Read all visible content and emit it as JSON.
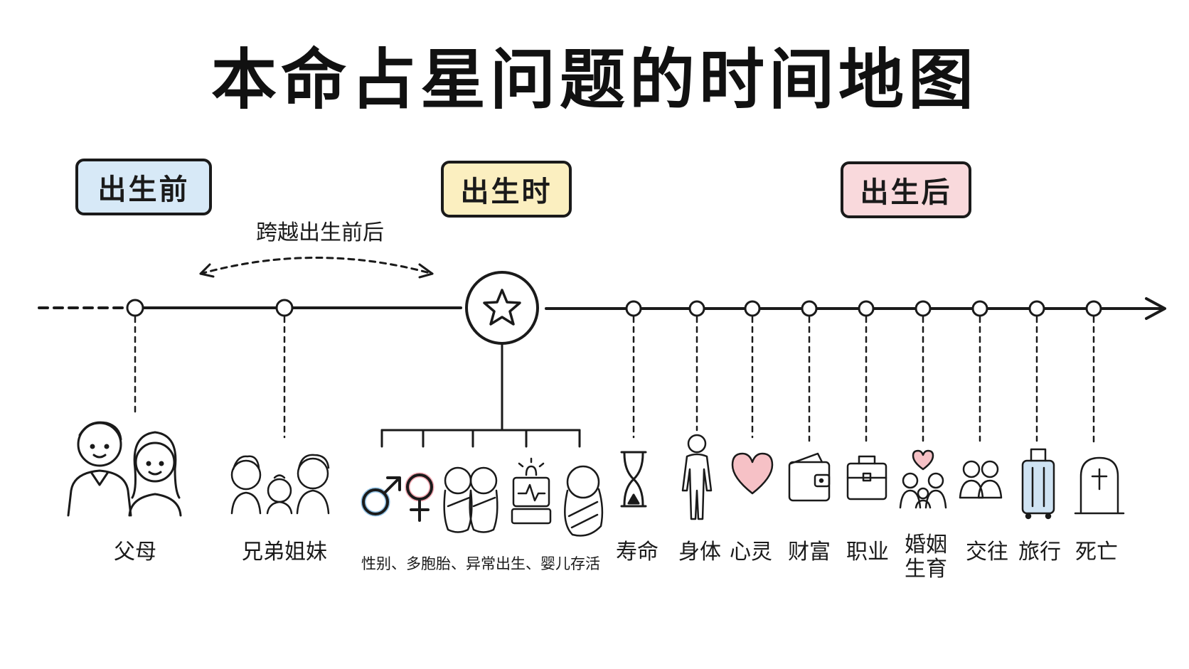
{
  "title": "本命占星问题的时间地图",
  "phases": {
    "before": "出生前",
    "at": "出生时",
    "after": "出生后"
  },
  "span_label": "跨越出生前后",
  "colors": {
    "before_fill": "#d7e9f7",
    "at_fill": "#fbefc0",
    "after_fill": "#f9d9dc",
    "heart": "#f6c1c6",
    "suitcase": "#cfe3f3",
    "male_symbol": "#8fc0e3",
    "female_symbol": "#f3a6b0"
  },
  "topics": {
    "parents": {
      "label": "父母",
      "icon": "parents-icon"
    },
    "siblings": {
      "label": "兄弟姐妹",
      "icon": "siblings-icon"
    },
    "birth": {
      "label": "性别、多胞胎、异常出生、婴儿存活",
      "icon": "birth-topics-icon"
    },
    "lifespan": {
      "label": "寿命",
      "icon": "hourglass-icon"
    },
    "body": {
      "label": "身体",
      "icon": "human-body-icon"
    },
    "mind": {
      "label": "心灵",
      "icon": "heart-icon"
    },
    "wealth": {
      "label": "财富",
      "icon": "wallet-icon"
    },
    "career": {
      "label": "职业",
      "icon": "briefcase-icon"
    },
    "marriage": {
      "label_line1": "婚姻",
      "label_line2": "生育",
      "icon": "family-icon"
    },
    "relations": {
      "label": "交往",
      "icon": "two-people-icon"
    },
    "travel": {
      "label": "旅行",
      "icon": "suitcase-icon"
    },
    "death": {
      "label": "死亡",
      "icon": "tombstone-icon"
    }
  }
}
